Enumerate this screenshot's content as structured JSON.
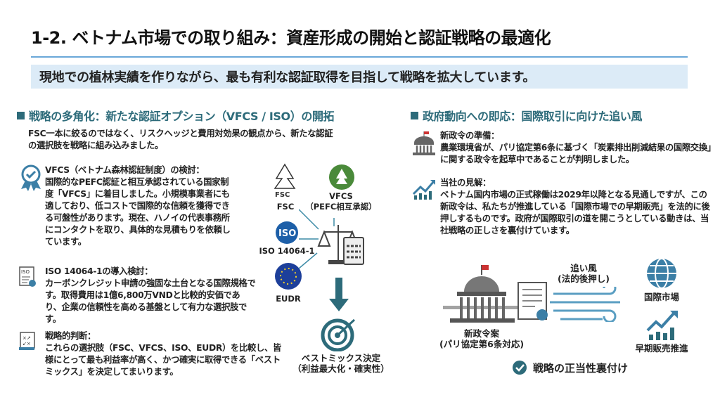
{
  "title": "1-2. ベトナム市場での取り組み：資産形成の開始と認証戦略の最適化",
  "subtitle": "現地での植林実績を作りながら、最も有利な認証取得を目指して戦略を拡大しています。",
  "left": {
    "heading": "戦略の多角化：新たな認証オプション（VFCS / ISO）の開拓",
    "intro": "FSC一本に絞るのではなく、リスクヘッジと費用対効果の観点から、新たな認証の選択肢を戦略に組み込みました。",
    "items": [
      {
        "title": "VFCS（ベトナム森林認証制度）の検討：",
        "body": "国際的なPEFC認証と相互承認されている国家制度「VFCS」に着目しました。小規模事業者にも適しており、低コストで国際的な信頼を獲得できる可盤性があります。現在、ハノイの代表事務所にコンタクトを取り、具体的な見積もりを依頼しています。"
      },
      {
        "title": "ISO 14064-1の導入検討：",
        "body": "カーボンクレジット申請の強固な土台となる国際規格です。取得費用は1億6,800万VNDと比較的安価であり、企業の信頼性を高める基盤として有力な選択肢です。"
      },
      {
        "title": "戦略的判断：",
        "body": "これらの選択肢（FSC、VFCS、ISO、EUDR）を比較し、皆様にとって最も利益率が高く、かつ確実に取得できる「ベストミックス」を決定してまいります。"
      }
    ],
    "diagram": {
      "fsc_logo": "FSC",
      "fsc": "FSC",
      "vfcs": "VFCS\n(PEFC相互承認)",
      "vfcs_l1": "VFCS",
      "vfcs_l2": "（PEFC相互承認）",
      "iso_logo": "ISO",
      "iso": "ISO 14064-1",
      "eudr": "EUDR",
      "result_l1": "ベストミックス決定",
      "result_l2": "（利益最大化・確実性）"
    }
  },
  "right": {
    "heading": "政府動向への即応：国際取引に向けた追い風",
    "items": [
      {
        "title": "新政令の準備：",
        "body": "農業環境省が、パリ協定第6条に基づく「炭素排出削減結果の国際交換」に関する政令を起草中であることが判明しました。"
      },
      {
        "title": "当社の見解：",
        "body": "ベトナム国内市場の正式稼働は2029年以降となる見通しですが、この新政令は、私たちが推進している「国際市場での早期販売」を法的に後押しするものです。政府が国際取引の道を開こうとしている動きは、当社戦略の正しさを裏付けています。"
      }
    ],
    "diagram": {
      "wind_l1": "追い風",
      "wind_l2": "(法的後押し)",
      "decree_l1": "新政令案",
      "decree_l2": "(パリ協定第6条対応)",
      "market": "国際市場",
      "early": "早期販売推進",
      "conclusion": "戦略の正当性裏付け"
    }
  },
  "colors": {
    "accent": "#2d6b7a",
    "band": "#dcebf7",
    "rule": "#6aa7d8"
  }
}
